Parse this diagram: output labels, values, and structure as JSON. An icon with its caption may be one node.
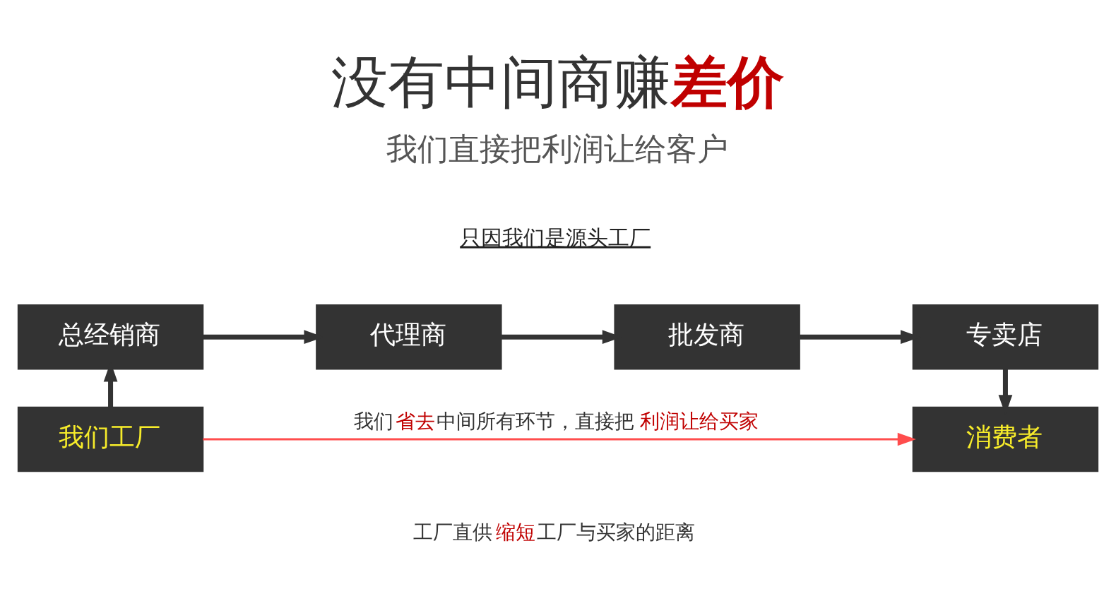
{
  "diagram": {
    "title": "没有中间商赚**差价**",
    "nodes": [
      {
        "text": [
          "总经销商"
        ]
      },
      {
        "text": [
          "代理商"
        ]
      },
      {
        "text": [
          "批发商"
        ]
      },
      {
        "text": [
          "专卖店"
        ]
      },
      {
        "text": [
          "我们工厂"
        ]
      },
      {
        "text": [
          "消费者"
        ]
      }
    ],
    "edges": [
      {
        "from": 0,
        "to": 1,
        "arrow": "to"
      },
      {
        "from": 1,
        "to": 2,
        "arrow": "to"
      },
      {
        "from": 2,
        "to": 3,
        "arrow": "to"
      },
      {
        "from": 4,
        "to": 0,
        "arrow": "to"
      },
      {
        "from": 3,
        "to": 5,
        "arrow": "to"
      },
      {
        "from": 4,
        "to": 5,
        "arrow": "to",
        "label": "我们**省去**中间所有环节，直接把**利润让给买家**",
        "color": "#ff4d4d"
      }
    ],
    "labels": [
      "我们直接把利润让给客户",
      "只因我们是源头工厂",
      "工厂直供**缩短**工厂与买家的距离"
    ]
  }
}
